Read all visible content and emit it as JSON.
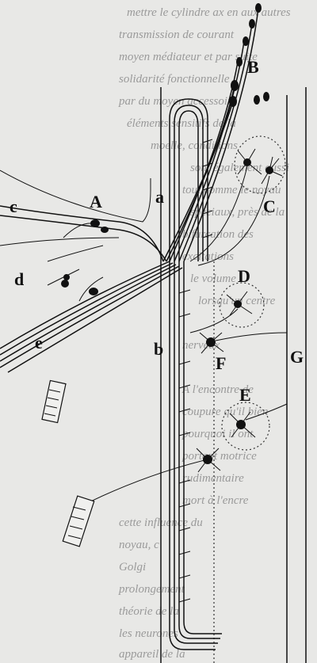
{
  "figure": {
    "labels": {
      "A": "A",
      "B": "B",
      "C": "C",
      "D": "D",
      "E": "E",
      "F": "F",
      "G": "G",
      "a": "a",
      "b": "b",
      "c": "c",
      "d": "d",
      "e": "e"
    }
  }
}
